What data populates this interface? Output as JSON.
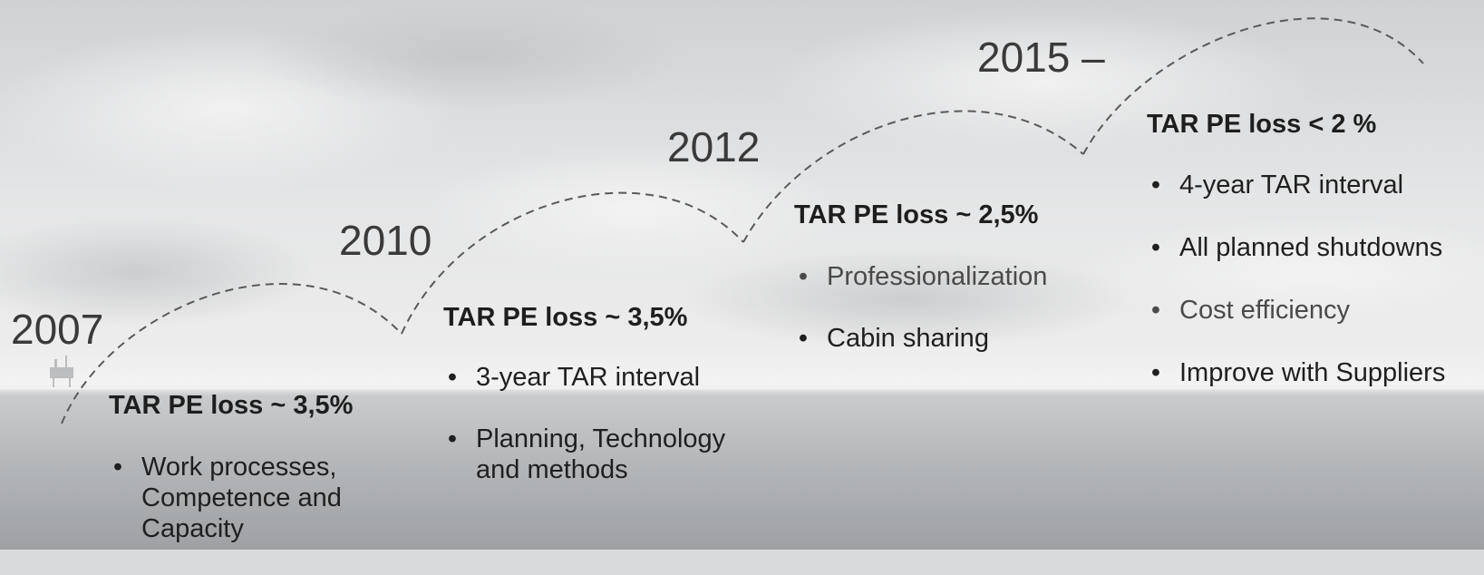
{
  "milestones": [
    {
      "year": "2007",
      "heading": "TAR PE loss ~ 3,5%",
      "bullets": [
        "Work processes, Competence and Capacity"
      ]
    },
    {
      "year": "2010",
      "heading": "TAR PE loss ~ 3,5%",
      "bullets": [
        "3-year TAR interval",
        "Planning, Technology and methods"
      ]
    },
    {
      "year": "2012",
      "heading": "TAR PE loss ~ 2,5%",
      "bullets": [
        "Professionalization",
        "Cabin sharing"
      ]
    },
    {
      "year": "2015 –",
      "heading": "TAR PE loss < 2 %",
      "bullets": [
        "4-year TAR interval",
        "All planned shutdowns",
        "Cost efficiency",
        "Improve with Suppliers"
      ]
    }
  ],
  "bullet_glyph": "•",
  "colors": {
    "sky_top": "#d8d9da",
    "sky_bright": "#eeeeee",
    "sea": "#a9acae",
    "arc": "#5a5a5a",
    "text": "#262626"
  }
}
